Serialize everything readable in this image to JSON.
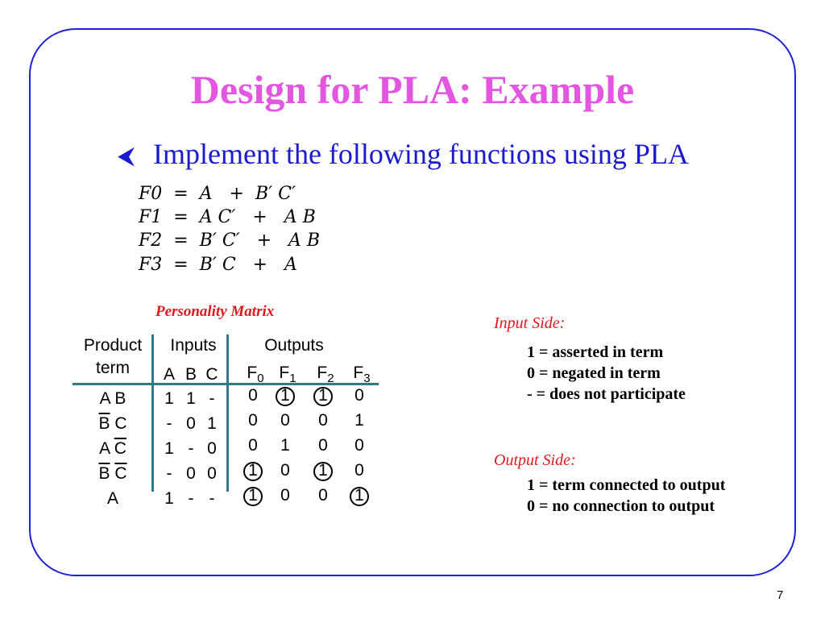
{
  "title": "Design for PLA: Example",
  "bullet": {
    "icon": "arrow-bullet",
    "text": "Implement the following functions using PLA"
  },
  "equations": [
    "F0  =  A   +  B′ C′",
    "F1  =  A C′   +   A B",
    "F2  =  B′ C′   +   A B",
    "F3  =  B′ C   +   A"
  ],
  "matrix": {
    "title": "Personality Matrix",
    "headers": {
      "product_line1": "Product",
      "product_line2": "term",
      "inputs": "Inputs",
      "outputs": "Outputs",
      "input_vars": [
        "A",
        "B",
        "C"
      ],
      "output_vars": [
        {
          "base": "F",
          "sub": "0"
        },
        {
          "base": "F",
          "sub": "1"
        },
        {
          "base": "F",
          "sub": "2"
        },
        {
          "base": "F",
          "sub": "3"
        }
      ]
    },
    "rows": [
      {
        "term": [
          "A",
          "B"
        ],
        "bars": [
          false,
          false
        ],
        "inputs": [
          "1",
          "1",
          "-"
        ],
        "outputs": [
          "0",
          "1",
          "1",
          "0"
        ],
        "circled": [
          false,
          true,
          true,
          false
        ]
      },
      {
        "term": [
          "B",
          "C"
        ],
        "bars": [
          true,
          false
        ],
        "inputs": [
          "-",
          "0",
          "1"
        ],
        "outputs": [
          "0",
          "0",
          "0",
          "1"
        ],
        "circled": [
          false,
          false,
          false,
          false
        ]
      },
      {
        "term": [
          "A",
          "C"
        ],
        "bars": [
          false,
          true
        ],
        "inputs": [
          "1",
          "-",
          "0"
        ],
        "outputs": [
          "0",
          "1",
          "0",
          "0"
        ],
        "circled": [
          false,
          false,
          false,
          false
        ]
      },
      {
        "term": [
          "B",
          "C"
        ],
        "bars": [
          true,
          true
        ],
        "inputs": [
          "-",
          "0",
          "0"
        ],
        "outputs": [
          "1",
          "0",
          "1",
          "0"
        ],
        "circled": [
          true,
          false,
          true,
          false
        ]
      },
      {
        "term": [
          "A"
        ],
        "bars": [
          false
        ],
        "inputs": [
          "1",
          "-",
          "-"
        ],
        "outputs": [
          "1",
          "0",
          "0",
          "1"
        ],
        "circled": [
          true,
          false,
          false,
          true
        ]
      }
    ]
  },
  "input_side": {
    "heading": "Input Side:",
    "lines": [
      "1 = asserted in term",
      "0 = negated in term",
      "- = does not participate"
    ]
  },
  "output_side": {
    "heading": "Output Side:",
    "lines": [
      "1 = term connected to output",
      "0 = no connection to output"
    ]
  },
  "page_number": "7",
  "colors": {
    "title": "#e356e0",
    "bullet": "#1a1ad0",
    "accent_red": "#e0181c",
    "frame": "#1f1fd6",
    "table_lines": "#2f7a86"
  }
}
